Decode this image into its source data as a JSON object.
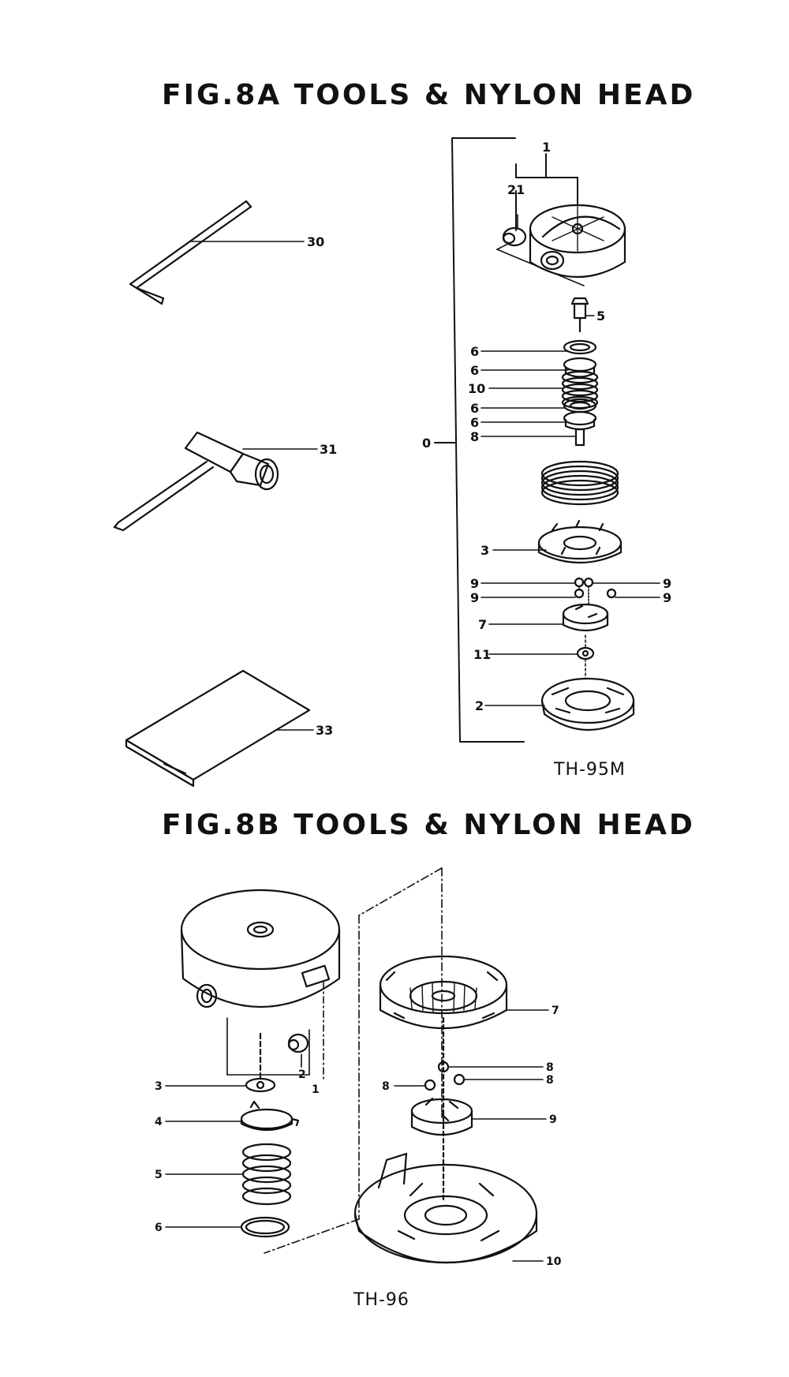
{
  "fig_a": {
    "title": "FIG.8A  TOOLS & NYLON HEAD",
    "model": "TH-95M",
    "callouts": {
      "hex_wrench": "30",
      "plug_wrench": "31",
      "manual_bag": "33",
      "assembly": "0",
      "housing": "1",
      "eyelet": "21",
      "bolt": "5",
      "washer_a": "6",
      "washer_b": "6",
      "spring": "10",
      "washer_c": "6",
      "washer_d": "6",
      "pin": "8",
      "spool": "3",
      "ball_a": "9",
      "ball_b": "9",
      "ball_c": "9",
      "ball_d": "9",
      "ratchet": "7",
      "nut": "11",
      "cover": "2"
    }
  },
  "fig_b": {
    "title": "FIG.8B  TOOLS & NYLON HEAD",
    "model": "TH-96",
    "callouts": {
      "housing": "1",
      "eyelet": "2",
      "plate": "3",
      "clip": "4",
      "spring": "5",
      "ring": "6",
      "spool": "7",
      "ball_a": "8",
      "ball_b": "8",
      "ball_c": "8",
      "ratchet": "9",
      "cover": "10"
    }
  }
}
